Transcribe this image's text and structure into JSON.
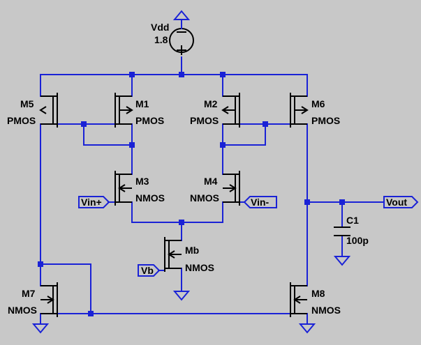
{
  "source": {
    "name": "Vdd",
    "value": "1.8"
  },
  "transistors": [
    {
      "name": "M5",
      "type": "PMOS"
    },
    {
      "name": "M1",
      "type": "PMOS"
    },
    {
      "name": "M2",
      "type": "PMOS"
    },
    {
      "name": "M6",
      "type": "PMOS"
    },
    {
      "name": "M3",
      "type": "NMOS"
    },
    {
      "name": "M4",
      "type": "NMOS"
    },
    {
      "name": "Mb",
      "type": "NMOS"
    },
    {
      "name": "M7",
      "type": "NMOS"
    },
    {
      "name": "M8",
      "type": "NMOS"
    }
  ],
  "capacitor": {
    "name": "C1",
    "value": "100p"
  },
  "ports": {
    "vin_plus": "Vin+",
    "vin_minus": "Vin-",
    "vb": "Vb",
    "vout": "Vout"
  },
  "colors": {
    "background": "#c8c8c8",
    "wire": "#1a22d6",
    "device": "#000000"
  }
}
